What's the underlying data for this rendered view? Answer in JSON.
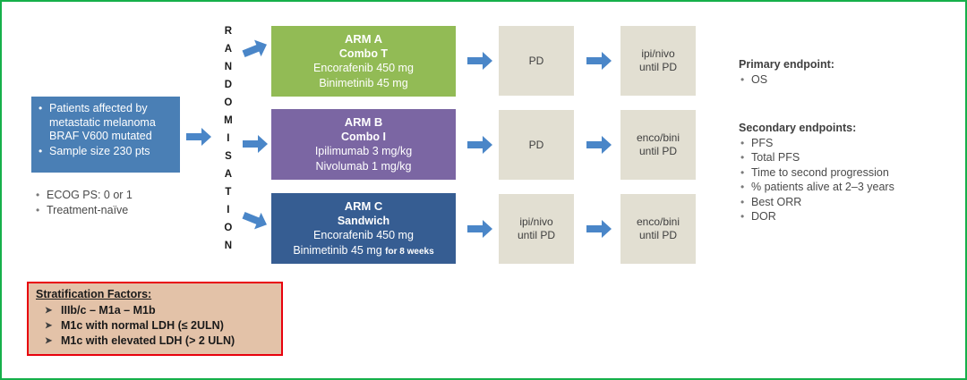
{
  "population": {
    "bullets": [
      "Patients affected by metastatic melanoma BRAF V600 mutated",
      "Sample size 230 pts"
    ],
    "color": "#4a7fb5"
  },
  "eligibility": {
    "bullets": [
      "ECOG PS: 0 or 1",
      "Treatment-naïve"
    ]
  },
  "randomisation": {
    "label": "RANDOMISATION",
    "letters": [
      "R",
      "A",
      "N",
      "D",
      "O",
      "M",
      "I",
      "S",
      "A",
      "T",
      "I",
      "O",
      "N"
    ]
  },
  "arms": [
    {
      "title": "ARM A",
      "subtitle": "Combo T",
      "lines": [
        "Encorafenib 450 mg",
        "Binimetinib 45 mg"
      ],
      "note": "",
      "color": "#92bb55"
    },
    {
      "title": "ARM B",
      "subtitle": "Combo I",
      "lines": [
        "Ipilimumab 3 mg/kg",
        "Nivolumab 1 mg/kg"
      ],
      "note": "",
      "color": "#7b66a3"
    },
    {
      "title": "ARM C",
      "subtitle": "Sandwich",
      "lines": [
        "Encorafenib 450 mg",
        "Binimetinib 45 mg"
      ],
      "note": "for 8 weeks",
      "color": "#365d92"
    }
  ],
  "stages": {
    "box_color": "#e2dfd2",
    "arm_a": {
      "first": "PD",
      "second": "ipi/nivo\nuntil PD"
    },
    "arm_b": {
      "first": "PD",
      "second": "enco/bini\nuntil PD"
    },
    "arm_c": {
      "first": "ipi/nivo\nuntil PD",
      "second": "enco/bini\nuntil PD"
    }
  },
  "endpoints": {
    "primary_title": "Primary endpoint:",
    "primary": [
      "OS"
    ],
    "secondary_title": "Secondary endpoints:",
    "secondary": [
      "PFS",
      "Total PFS",
      "Time to second progression",
      "% patients alive at 2–3 years",
      "Best ORR",
      "DOR"
    ]
  },
  "stratification": {
    "title": "Stratification Factors:",
    "items": [
      "IIIb/c – M1a – M1b",
      "M1c with normal LDH (≤ 2ULN)",
      "M1c with elevated LDH (> 2 ULN)"
    ],
    "border_color": "#e8000d",
    "background": "#e3c2a8"
  },
  "theme": {
    "arrow_color": "#4a86c8",
    "frame_color": "#16b04a"
  }
}
